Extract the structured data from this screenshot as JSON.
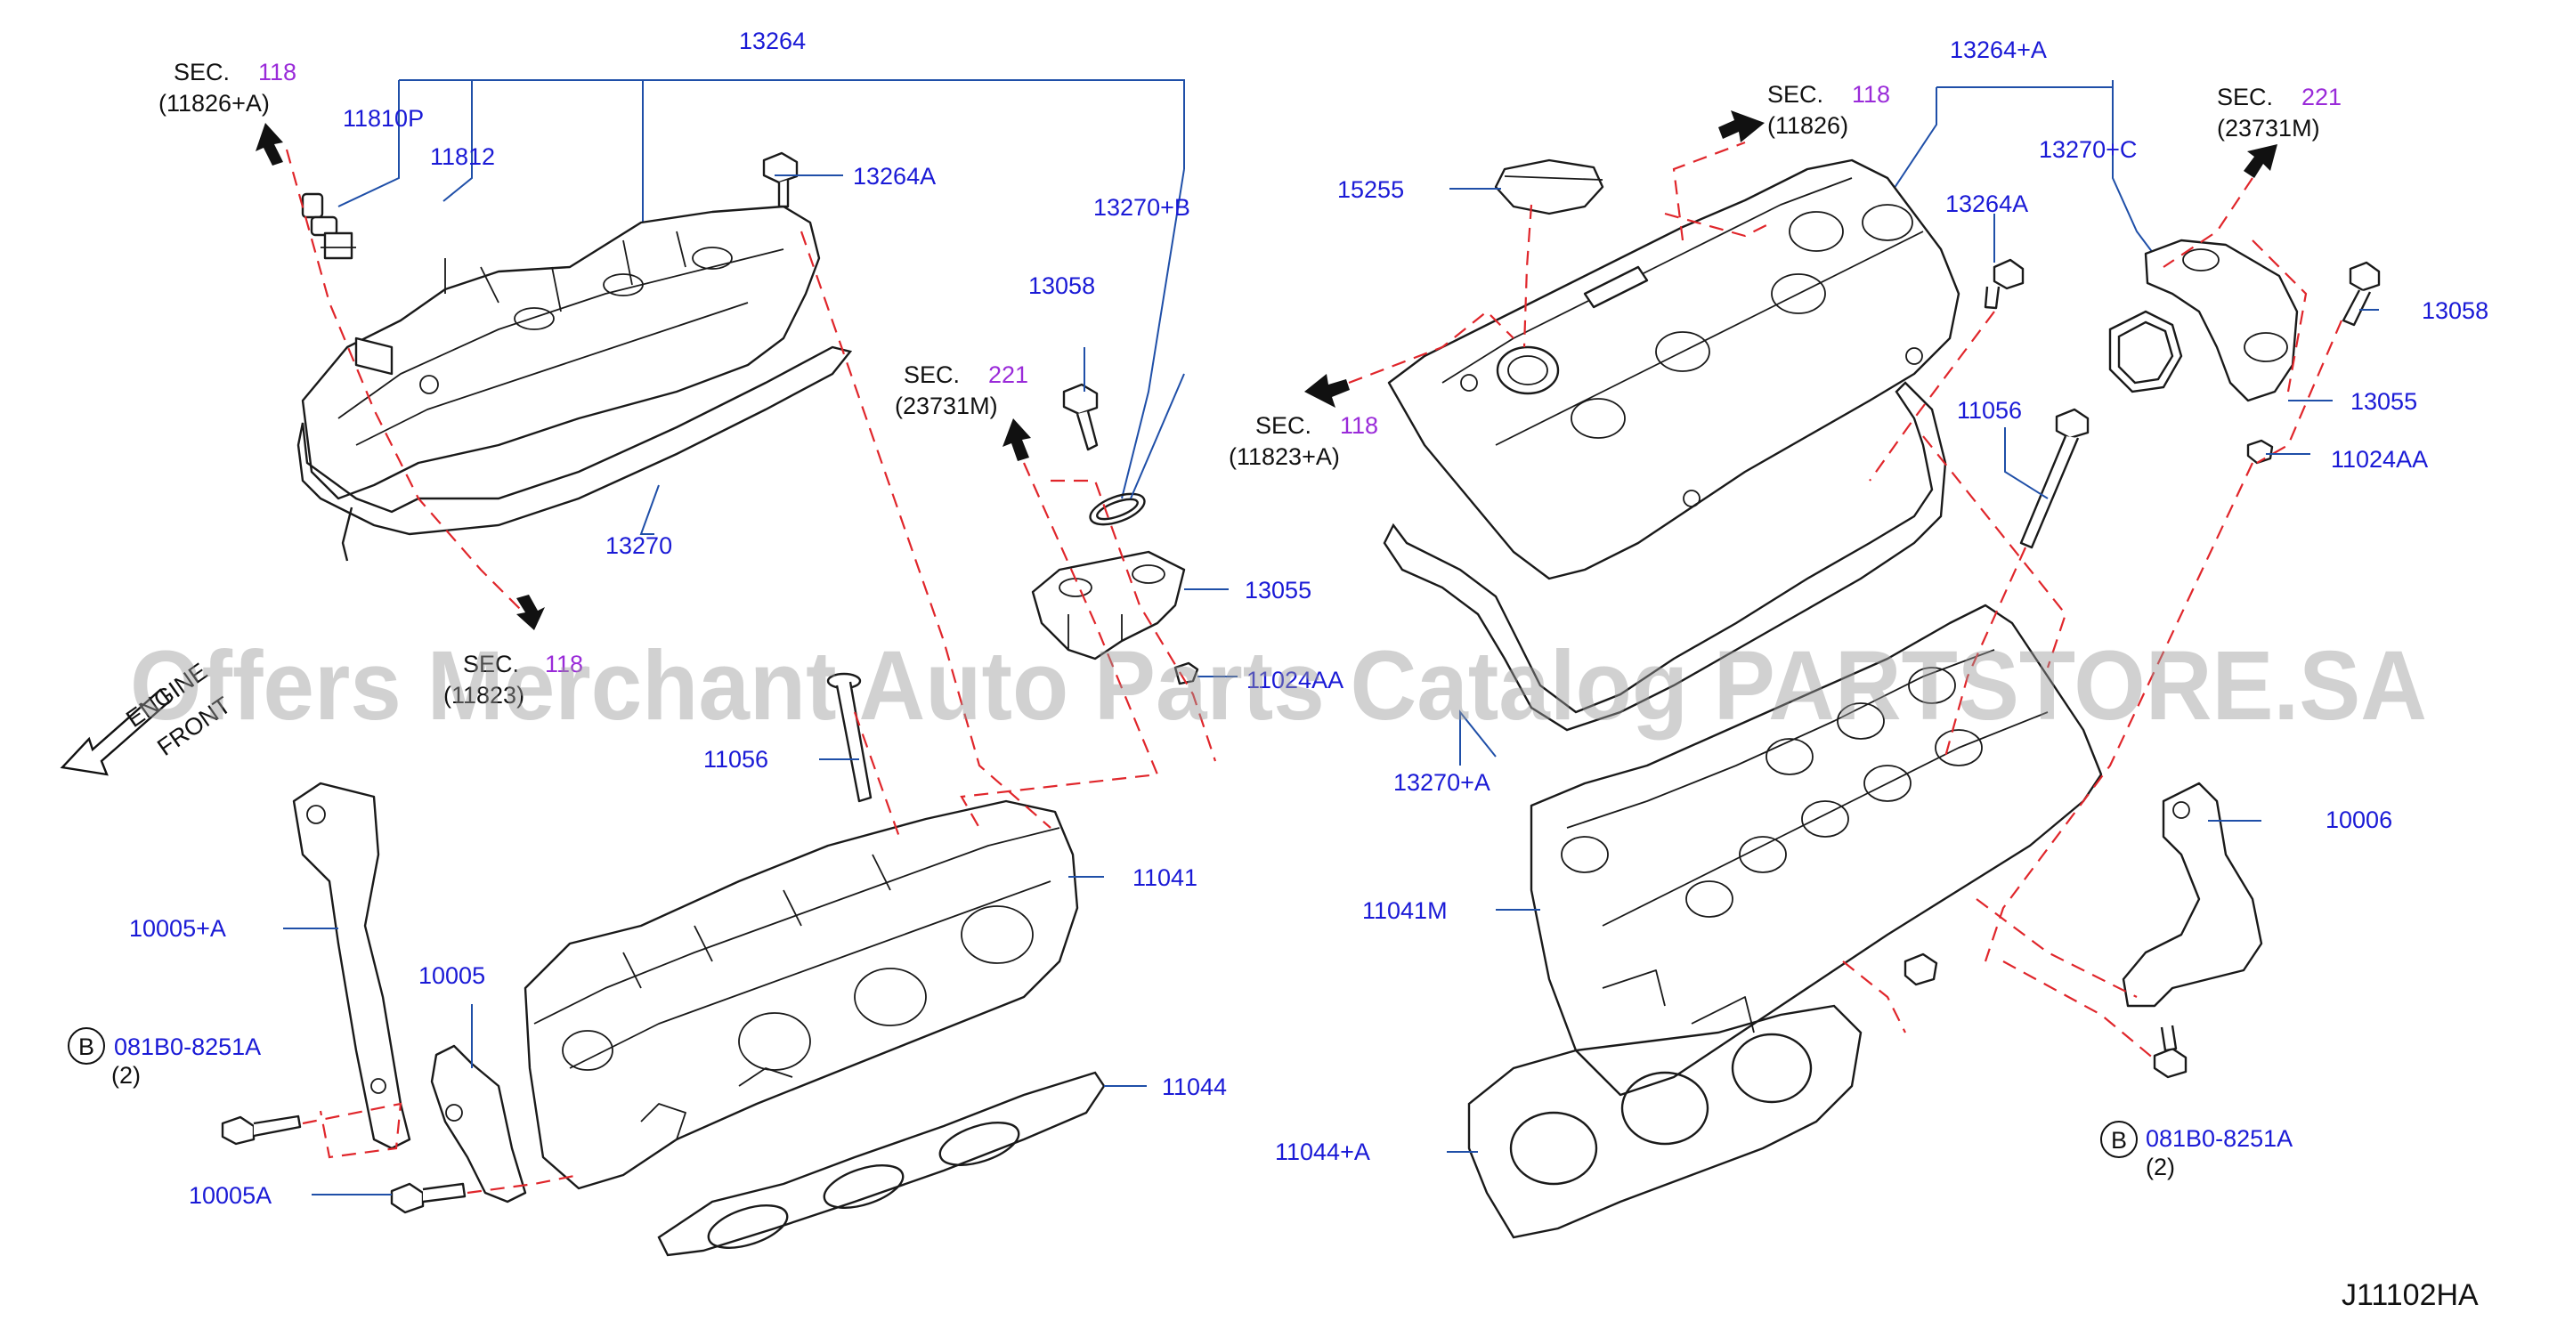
{
  "watermark": "Offers Merchant Auto Parts Catalog PARTSTORE.SA",
  "diagram_code": "J11102HA",
  "engine_front": {
    "line1": "ENGINE",
    "line2": "FRONT"
  },
  "sec_refs": {
    "sec_118_a": {
      "prefix": "SEC.",
      "num": "118",
      "ref": "(11826+A)"
    },
    "sec_118_b": {
      "prefix": "SEC.",
      "num": "118",
      "ref": "(11823)"
    },
    "sec_221_a": {
      "prefix": "SEC.",
      "num": "221",
      "ref": "(23731M)"
    },
    "sec_118_c": {
      "prefix": "SEC.",
      "num": "118",
      "ref": "(11826)"
    },
    "sec_118_d": {
      "prefix": "SEC.",
      "num": "118",
      "ref": "(11823+A)"
    },
    "sec_221_b": {
      "prefix": "SEC.",
      "num": "221",
      "ref": "(23731M)"
    }
  },
  "labels": {
    "p13264": "13264",
    "p11810P": "11810P",
    "p11812": "11812",
    "p13264A_l": "13264A",
    "p13270B": "13270+B",
    "p13058_l": "13058",
    "p13270": "13270",
    "p13055_l": "13055",
    "p11024A": "11024AA",
    "p11056_l": "11056",
    "p11041": "11041",
    "p10005A_plus": "10005+A",
    "p10005": "10005",
    "p081B0_l": "081B0-8251A",
    "p081B0_l_qty": "(2)",
    "p10005A": "10005A",
    "p11044": "11044",
    "p15255": "15255",
    "p13264_plusA": "13264+A",
    "p13270C": "13270+C",
    "p13264A_r": "13264A",
    "p13058_r": "13058",
    "p13055_r": "13055",
    "p11024AA_r": "11024AA",
    "p11056_r": "11056",
    "p13270A": "13270+A",
    "p10006": "10006",
    "p11041M": "11041M",
    "p081B0_r": "081B0-8251A",
    "p081B0_r_qty": "(2)",
    "p11044A": "11044+A",
    "b_symbol": "B"
  },
  "colors": {
    "label_blue": "#1a1ad6",
    "sec_purple": "#9a2bd9",
    "dash_red": "#e0262b",
    "leader_blue": "#1f4fa8"
  }
}
